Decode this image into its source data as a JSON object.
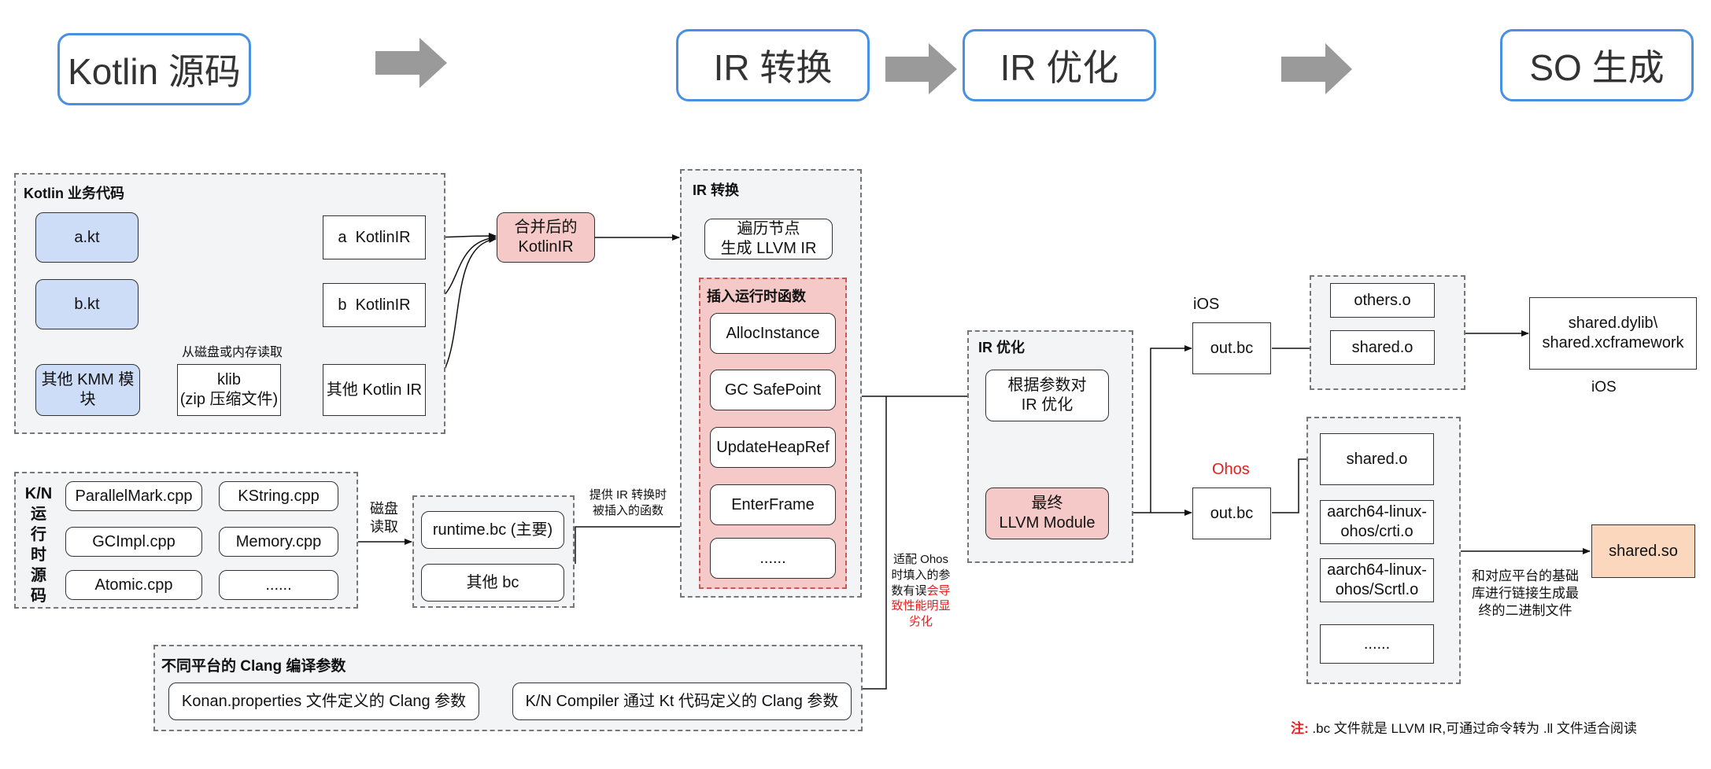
{
  "stages": {
    "kotlin_source": "Kotlin 源码",
    "ir_convert": "IR 转换",
    "ir_optimize": "IR 优化",
    "so_gen": "SO 生成"
  },
  "kotlin_group": {
    "title": "Kotlin 业务代码",
    "a_kt": "a.kt",
    "b_kt": "b.kt",
    "other_kmm": "其他 KMM 模块",
    "read_note": "从磁盘或内存读取",
    "klib_line1": "klib",
    "klib_line2": "(zip 压缩文件)",
    "a_ir": "a  KotlinIR",
    "b_ir": "b  KotlinIR",
    "other_ir": "其他 Kotlin IR"
  },
  "merged": {
    "line1": "合并后的",
    "line2": "KotlinIR"
  },
  "kn_group": {
    "title_chars": [
      "K/N",
      "运",
      "行",
      "时",
      "源",
      "码"
    ],
    "files": [
      "ParallelMark.cpp",
      "KString.cpp",
      "GCImpl.cpp",
      "Memory.cpp",
      "Atomic.cpp",
      "......"
    ]
  },
  "disk_read": {
    "line1": "磁盘",
    "line2": "读取"
  },
  "bc_group": {
    "runtime": "runtime.bc (主要)",
    "other": "其他 bc"
  },
  "provide_note": {
    "line1": "提供 IR 转换时",
    "line2": "被插入的函数"
  },
  "ir_group": {
    "title": "IR 转换",
    "traverse_line1": "遍历节点",
    "traverse_line2": "生成 LLVM IR",
    "insert_title": "插入运行时函数",
    "funcs": [
      "AllocInstance",
      "GC SafePoint",
      "UpdateHeapRef",
      "EnterFrame",
      "......"
    ]
  },
  "ohos_note": {
    "lines": [
      "适配 Ohos",
      "时填入的参",
      "数有误"
    ],
    "red_inline": "会导",
    "red_lines": [
      "致性能明显",
      "劣化"
    ]
  },
  "clang_group": {
    "title": "不同平台的 Clang 编译参数",
    "konan": "Konan.properties 文件定义的 Clang 参数",
    "kn_compiler": "K/N Compiler 通过 Kt 代码定义的 Clang 参数"
  },
  "opt_group": {
    "title": "IR 优化",
    "by_param_line1": "根据参数对",
    "by_param_line2": "IR 优化",
    "final_line1": "最终",
    "final_line2": "LLVM Module"
  },
  "ios": {
    "label": "iOS",
    "out": "out.bc",
    "others_o": "others.o",
    "shared_o": "shared.o",
    "result_line1": "shared.dylib\\",
    "result_line2": "shared.xcframework",
    "result_label": "iOS"
  },
  "ohos": {
    "label": "Ohos",
    "out": "out.bc",
    "shared_o": "shared.o",
    "crti_line1": "aarch64-linux-",
    "crti_line2": "ohos/crti.o",
    "scrtl_line1": "aarch64-linux-",
    "scrtl_line2": "ohos/Scrtl.o",
    "more": "......",
    "result": "shared.so"
  },
  "link_note": {
    "line1": "和对应平台的基础",
    "line2": "库进行链接生成最",
    "line3": "终的二进制文件"
  },
  "footnote": {
    "prefix": "注:",
    "text": ".bc 文件就是 LLVM IR,可通过命令转为 .ll 文件适合阅读"
  },
  "colors": {
    "stage_border": "#4a90e2",
    "blue_fill": "#cddcf7",
    "pink_fill": "#f6c9c9",
    "peach_fill": "#fad7bd",
    "group_fill": "#f3f4f6",
    "arrow_gray": "#9a9a9a",
    "red_text": "#e02020"
  }
}
